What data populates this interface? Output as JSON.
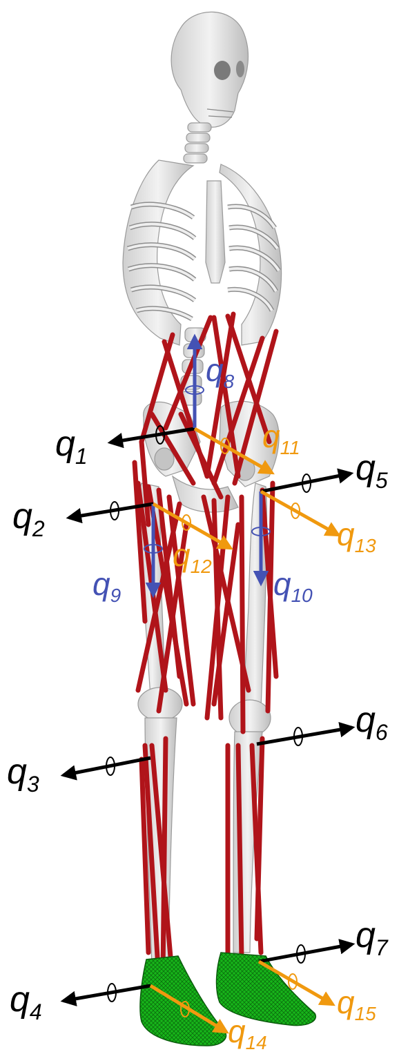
{
  "figure": {
    "subject": "musculoskeletal-model",
    "colors": {
      "bone": "#e2e2e2",
      "bone_stroke": "#9a9a9a",
      "muscle": "#b0141a",
      "foot": "#17b51a",
      "axis_black": "#000000",
      "axis_blue": "#4452b4",
      "axis_orange": "#f0990f"
    }
  },
  "axes": [
    {
      "id": "q1",
      "sym": "q",
      "sub": "1",
      "color": "axis_black"
    },
    {
      "id": "q2",
      "sym": "q",
      "sub": "2",
      "color": "axis_black"
    },
    {
      "id": "q3",
      "sym": "q",
      "sub": "3",
      "color": "axis_black"
    },
    {
      "id": "q4",
      "sym": "q",
      "sub": "4",
      "color": "axis_black"
    },
    {
      "id": "q5",
      "sym": "q",
      "sub": "5",
      "color": "axis_black"
    },
    {
      "id": "q6",
      "sym": "q",
      "sub": "6",
      "color": "axis_black"
    },
    {
      "id": "q7",
      "sym": "q",
      "sub": "7",
      "color": "axis_black"
    },
    {
      "id": "q8",
      "sym": "q",
      "sub": "8",
      "color": "axis_blue"
    },
    {
      "id": "q9",
      "sym": "q",
      "sub": "9",
      "color": "axis_blue"
    },
    {
      "id": "q10",
      "sym": "q",
      "sub": "10",
      "color": "axis_blue"
    },
    {
      "id": "q11",
      "sym": "q",
      "sub": "11",
      "color": "axis_orange"
    },
    {
      "id": "q12",
      "sym": "q",
      "sub": "12",
      "color": "axis_orange"
    },
    {
      "id": "q13",
      "sym": "q",
      "sub": "13",
      "color": "axis_orange"
    },
    {
      "id": "q14",
      "sym": "q",
      "sub": "14",
      "color": "axis_orange"
    },
    {
      "id": "q15",
      "sym": "q",
      "sub": "15",
      "color": "axis_orange"
    }
  ]
}
